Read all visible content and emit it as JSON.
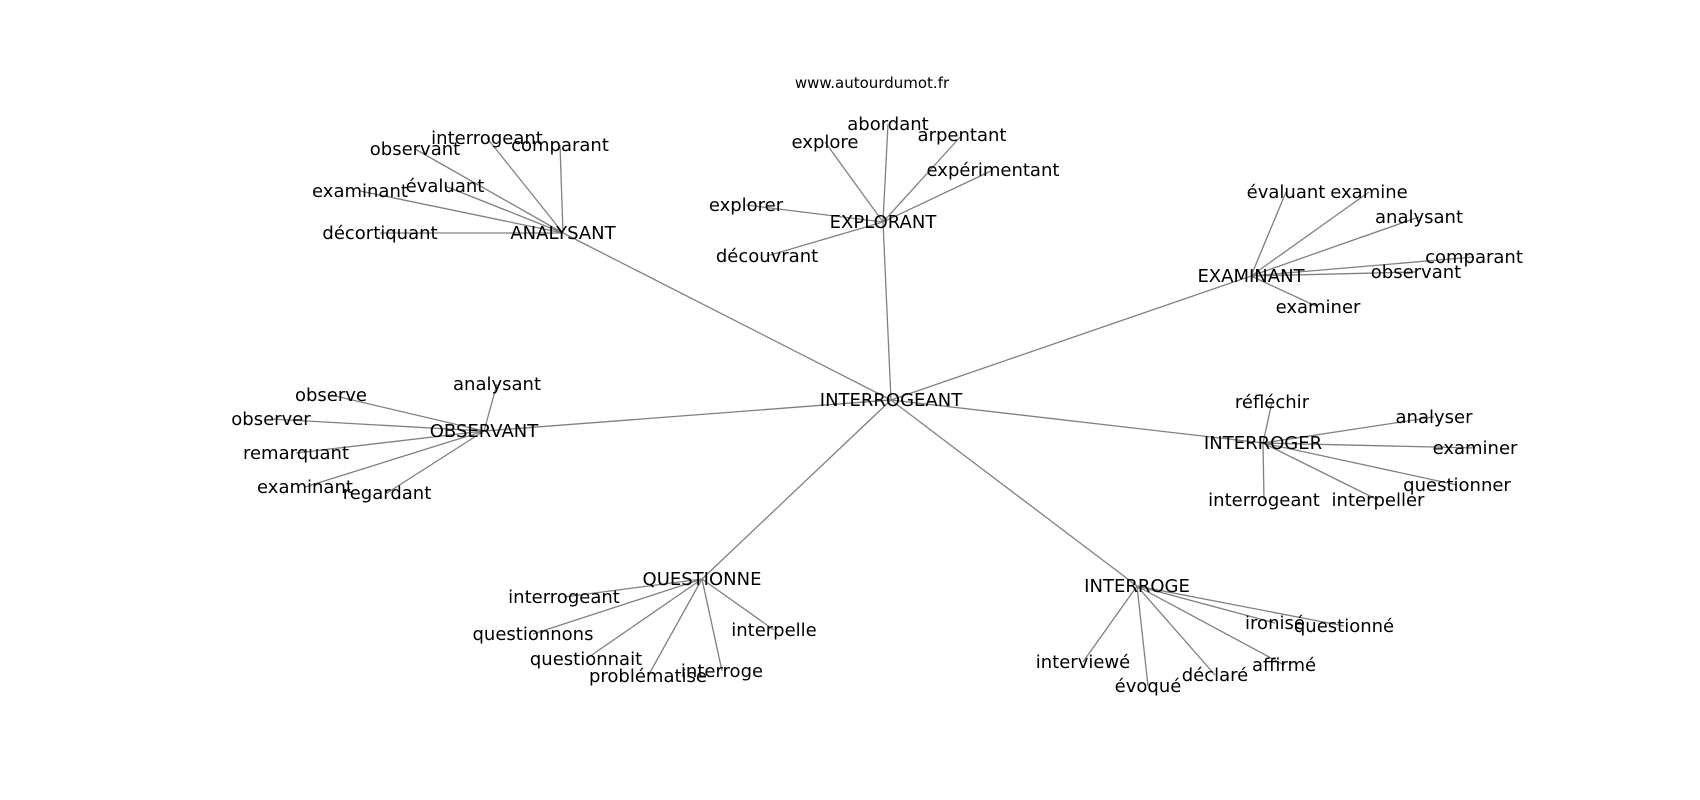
{
  "site": "www.autourdumot.fr",
  "center": "INTERROGEANT",
  "groups": [
    {
      "hub": "ANALYSANT",
      "leaves": [
        "observant",
        "interrogeant",
        "comparant",
        "évaluant",
        "examinant",
        "décortiquant"
      ]
    },
    {
      "hub": "EXPLORANT",
      "leaves": [
        "abordant",
        "explore",
        "arpentant",
        "expérimentant",
        "explorer",
        "découvrant"
      ]
    },
    {
      "hub": "EXAMINANT",
      "leaves": [
        "évaluant",
        "examine",
        "analysant",
        "comparant",
        "observant",
        "examiner"
      ]
    },
    {
      "hub": "OBSERVANT",
      "leaves": [
        "analysant",
        "observe",
        "observer",
        "remarquant",
        "examinant",
        "regardant"
      ]
    },
    {
      "hub": "INTERROGER",
      "leaves": [
        "réfléchir",
        "analyser",
        "examiner",
        "questionner",
        "interrogeant",
        "interpeller"
      ]
    },
    {
      "hub": "QUESTIONNE",
      "leaves": [
        "interrogeant",
        "questionnons",
        "questionnait",
        "problématise",
        "interroge",
        "interpelle"
      ]
    },
    {
      "hub": "INTERROGE",
      "leaves": [
        "ironisé",
        "questionné",
        "interviewé",
        "évoqué",
        "déclaré",
        "affirmé"
      ]
    }
  ]
}
